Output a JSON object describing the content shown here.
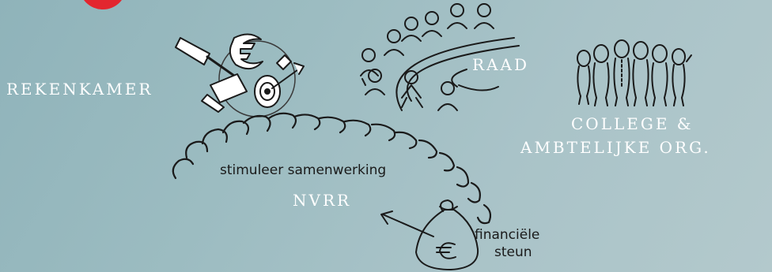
{
  "labels": {
    "rekenkamer": "REKENKAMER",
    "raad": "RAAD",
    "college_line1": "COLLEGE &",
    "college_line2": "AMBTELIJKE ORG.",
    "nvrr": "NVRR",
    "samenwerking": "stimuleer samenwerking",
    "financiele_line1": "financiële",
    "financiele_line2": "steun"
  },
  "colors": {
    "background_left": "#8fb3ba",
    "background_right": "#b3c9cc",
    "title_text": "#ffffff",
    "ink": "#1a1a1a",
    "accent_red": "#e3262f"
  },
  "icons": {
    "gavel_euro_target": "gavel-euro-target-icon",
    "council_meeting": "council-meeting-icon",
    "group_people": "group-people-icon",
    "chain": "chain-icon",
    "money_bag": "money-bag-icon"
  }
}
